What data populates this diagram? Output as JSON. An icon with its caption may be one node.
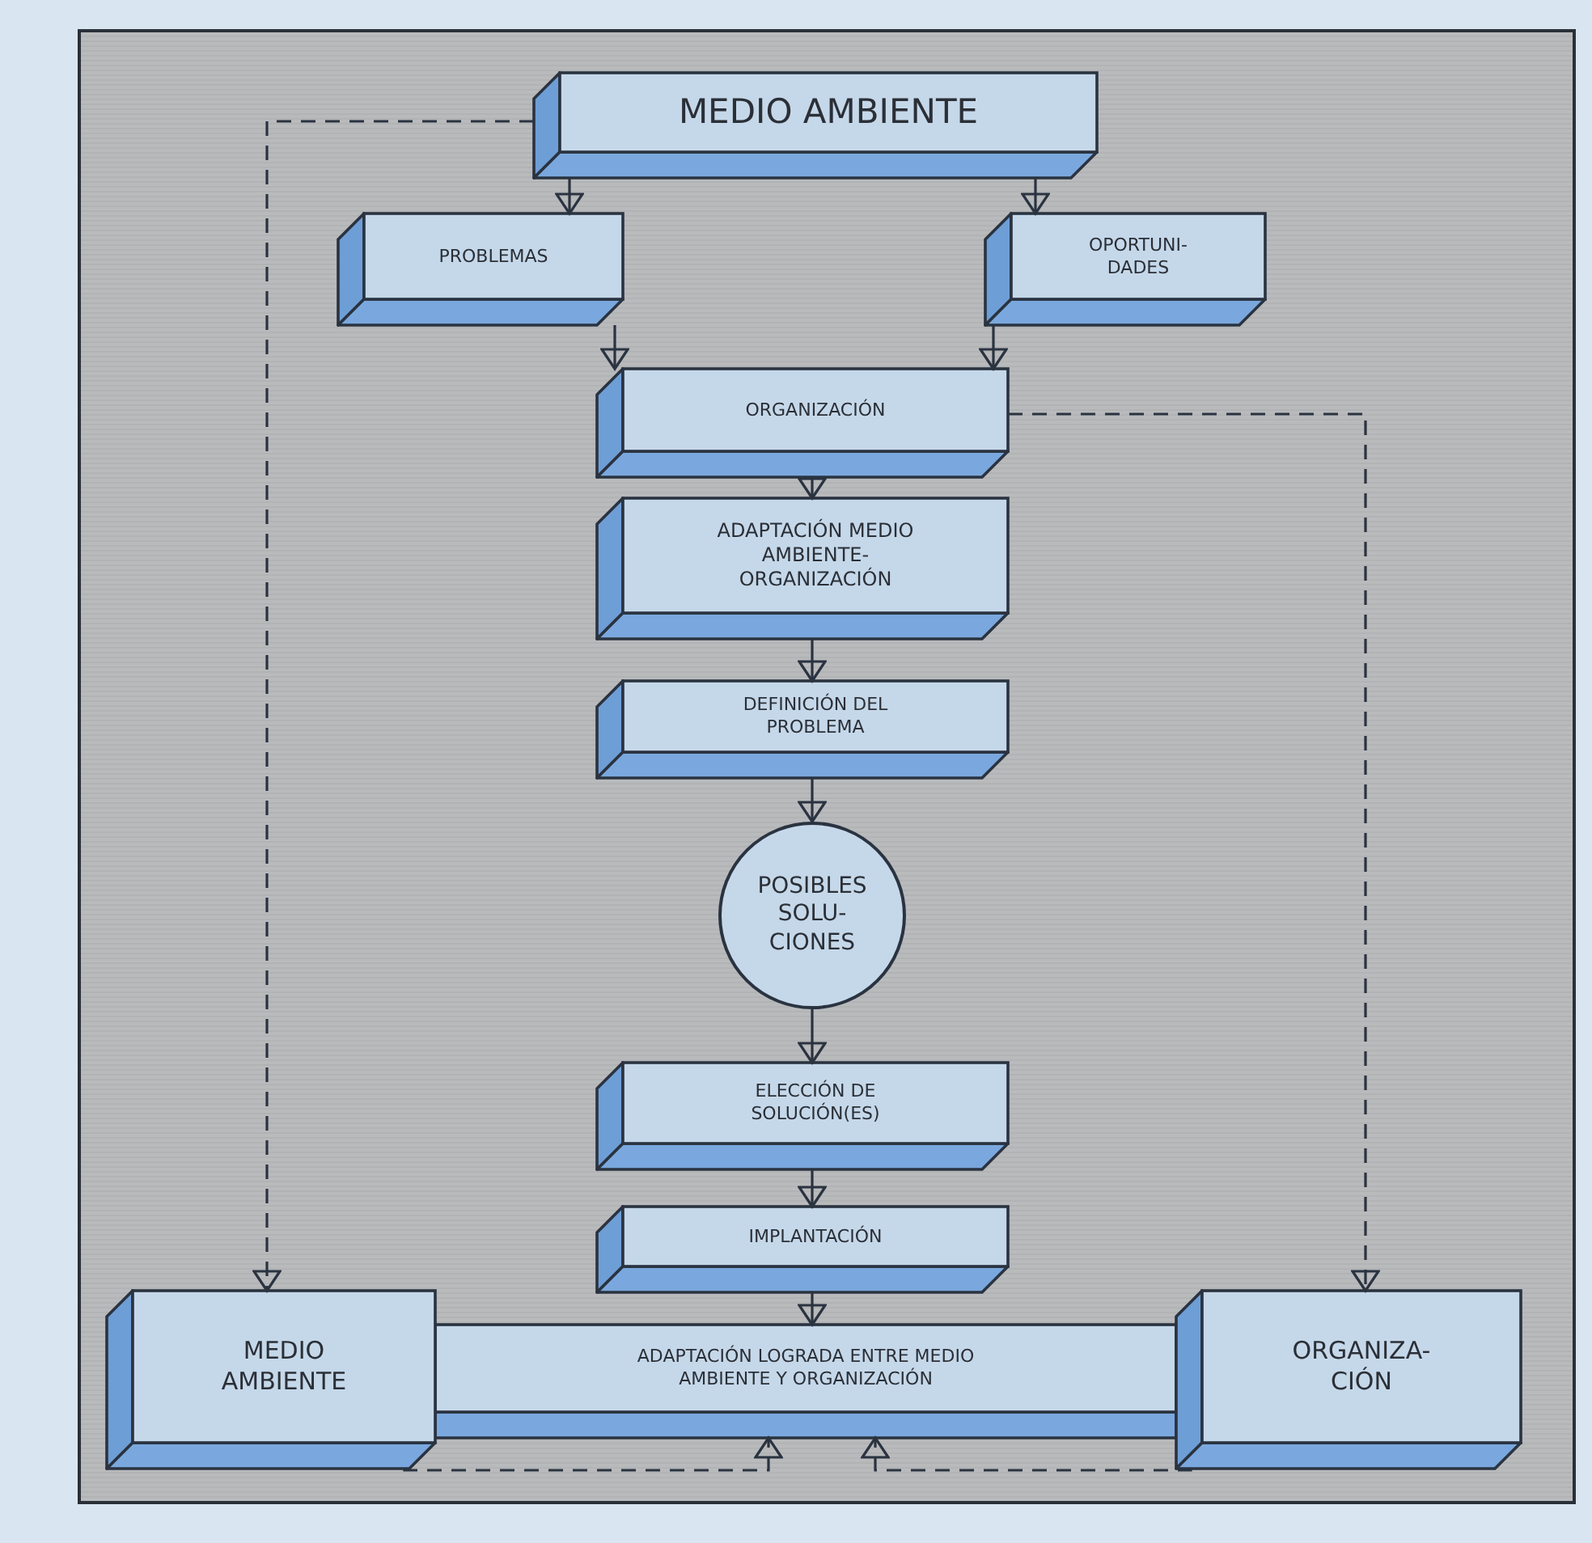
{
  "diagram": {
    "nodes": [
      {
        "text": [
          "MEDIO AMBIENTE"
        ]
      },
      {
        "text": [
          "PROBLEMAS"
        ]
      },
      {
        "text": [
          "OPORTUNI- DADES"
        ]
      },
      {
        "text": [
          "ORGANIZACIÓN"
        ]
      },
      {
        "text": [
          "ADAPTACIÓN MEDIO AMBIENTE- ORGANIZACIÓN"
        ]
      },
      {
        "text": [
          "DEFINICIÓN DEL PROBLEMA"
        ]
      },
      {
        "text": [
          "POSIBLES SOLU- CIONES"
        ]
      },
      {
        "text": [
          "ELECCIÓN DE SOLUCIÓN(ES)"
        ]
      },
      {
        "text": [
          "IMPLANTACIÓN"
        ]
      },
      {
        "text": [
          "MEDIO AMBIENTE"
        ]
      },
      {
        "text": [
          "ADAPTACIÓN LOGRADA ENTRE MEDIO AMBIENTE Y ORGANIZACIÓN"
        ]
      },
      {
        "text": [
          "ORGANIZA- CIÓN"
        ]
      }
    ],
    "edges": [
      {
        "from": 0,
        "to": 1,
        "arrow": "to"
      },
      {
        "from": 0,
        "to": 2,
        "arrow": "to"
      },
      {
        "from": 1,
        "to": 3,
        "arrow": "to"
      },
      {
        "from": 2,
        "to": 3,
        "arrow": "to"
      },
      {
        "from": 3,
        "to": 4,
        "arrow": "to"
      },
      {
        "from": 4,
        "to": 5,
        "arrow": "to"
      },
      {
        "from": 5,
        "to": 6,
        "arrow": "to"
      },
      {
        "from": 6,
        "to": 7,
        "arrow": "to"
      },
      {
        "from": 7,
        "to": 8,
        "arrow": "to"
      },
      {
        "from": 8,
        "to": 10,
        "arrow": "to"
      },
      {
        "from": 0,
        "to": 9,
        "arrow": "to",
        "style": "dashed"
      },
      {
        "from": 3,
        "to": 11,
        "arrow": "to",
        "style": "dashed"
      },
      {
        "from": 9,
        "to": 10,
        "arrow": "to",
        "style": "dashed"
      },
      {
        "from": 11,
        "to": 10,
        "arrow": "to",
        "style": "dashed"
      }
    ]
  }
}
